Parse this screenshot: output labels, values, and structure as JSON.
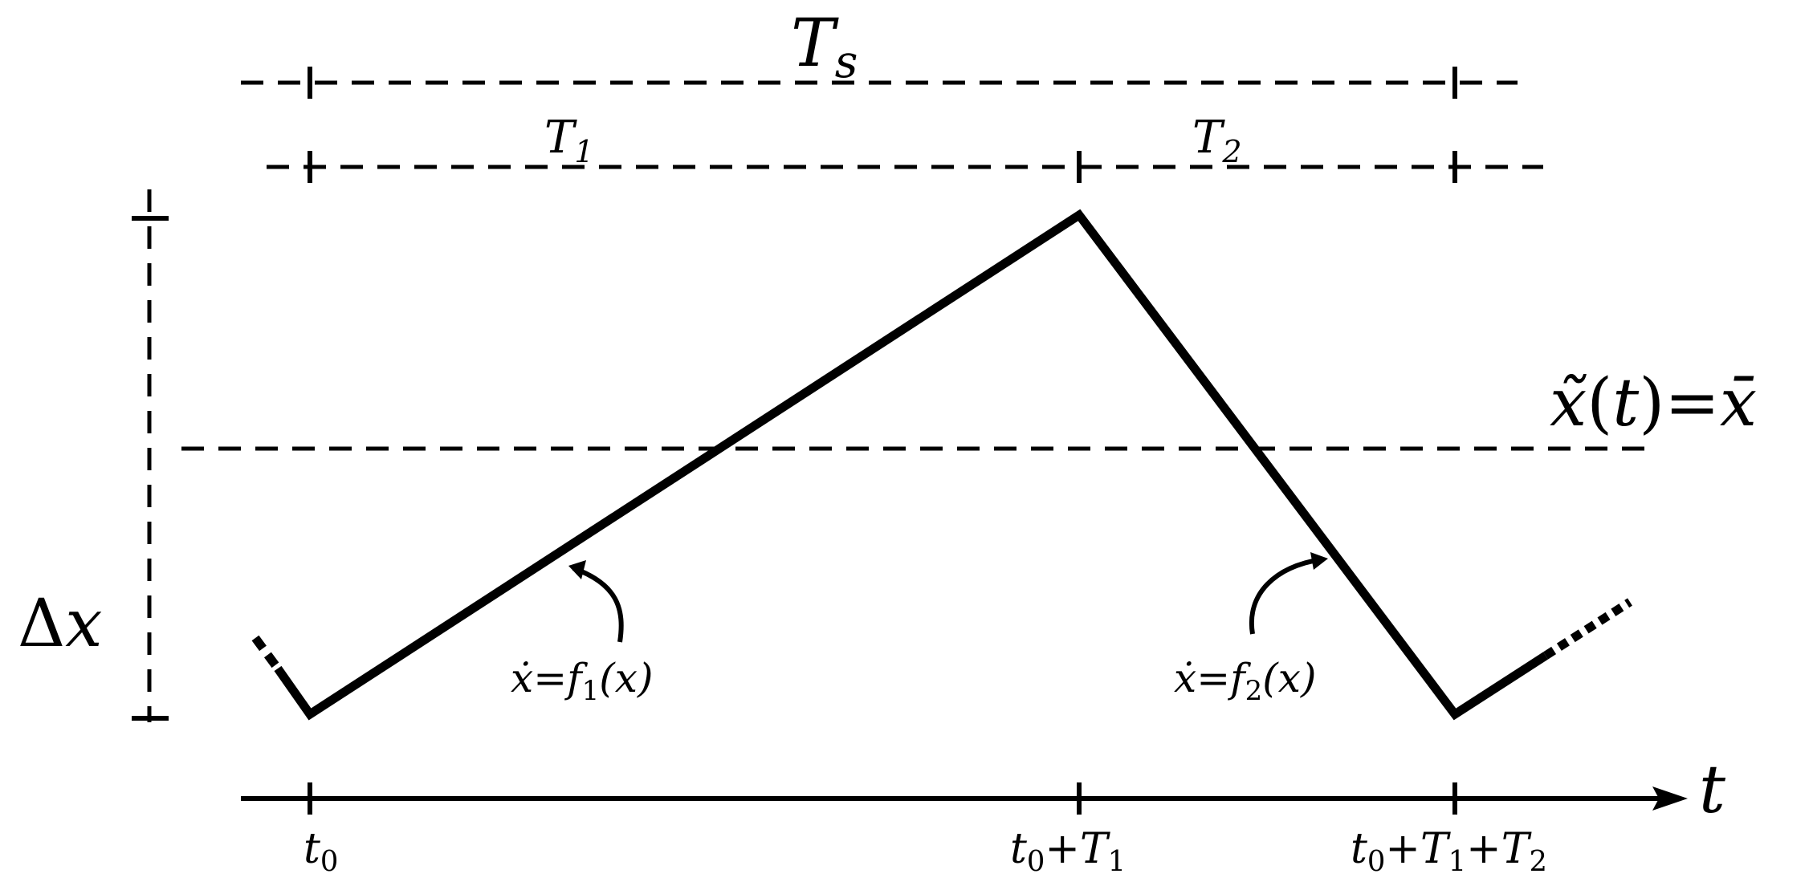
{
  "labels": {
    "Ts": {
      "base": "T",
      "sub": "s"
    },
    "T1": {
      "base": "T",
      "sub": "1"
    },
    "T2": {
      "base": "T",
      "sub": "2"
    },
    "delta_x": {
      "delta": "Δ",
      "var": "x"
    },
    "equilibrium": {
      "lhs": "x̃",
      "paren_open": "(",
      "arg": "t",
      "paren_close": ")",
      "eq": "=",
      "rhs": "x̄"
    },
    "t_axis": "t",
    "tick_t0": {
      "base": "t",
      "sub": "0"
    },
    "tick_t0_T1": {
      "base": "t",
      "sub": "0",
      "plus": "+",
      "T": "T",
      "sub1": "1"
    },
    "tick_t0_T1_T2": {
      "base": "t",
      "sub": "0",
      "plus1": "+",
      "T": "T",
      "sub1": "1",
      "plus2": "+",
      "T2": "T",
      "sub2": "2"
    },
    "f1": {
      "xdot": "ẋ",
      "eq": "=",
      "f": "f",
      "sub": "1",
      "arg": "(x)"
    },
    "f2": {
      "xdot": "ẋ",
      "eq": "=",
      "f": "f",
      "sub": "2",
      "arg": "(x)"
    }
  },
  "colors": {
    "ink": "#000000",
    "background": "#ffffff"
  }
}
